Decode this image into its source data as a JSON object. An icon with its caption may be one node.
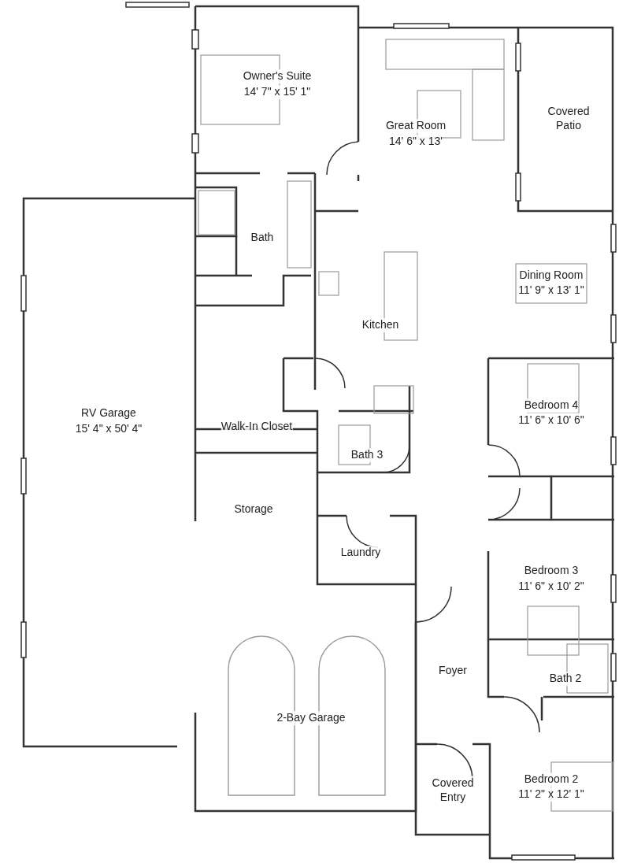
{
  "diagram": {
    "labels": [
      "Owner's Suite",
      "14' 7\" x 15' 1\"",
      "Great Room",
      "14' 6\" x 13'",
      "Covered Patio",
      "Bath",
      "Dining Room",
      "11' 9\" x 13' 1\"",
      "Kitchen",
      "RV Garage",
      "15' 4\" x 50' 4\"",
      "Walk-In Closet",
      "Bedroom 4",
      "11' 6\" x 10' 6\"",
      "Bath 3",
      "Storage",
      "Laundry",
      "Bedroom 3",
      "11' 6\" x 10' 2\"",
      "Foyer",
      "Bath 2",
      "2-Bay Garage",
      "Covered Entry",
      "Bedroom 2",
      "11' 2\" x 12' 1\""
    ]
  }
}
